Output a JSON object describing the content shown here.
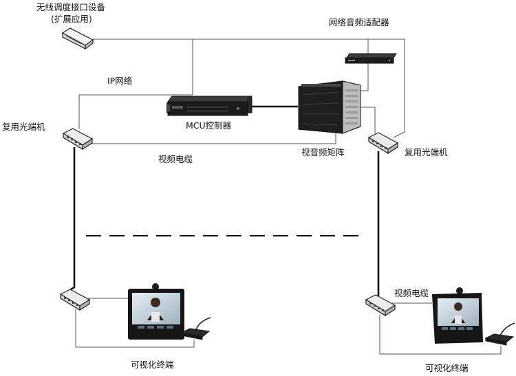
{
  "labels": {
    "wireless_device_line1": "无线调度接口设备",
    "wireless_device_line2": "(扩展应用)",
    "audio_adapter": "网络音频适配器",
    "ip_network": "IP网络",
    "mcu_controller": "MCU控制器",
    "optical_terminal_left": "复用光端机",
    "optical_terminal_right": "复用光端机",
    "video_cable_top": "视频电缆",
    "av_matrix": "视音频矩阵",
    "video_cable_right": "视频电缆",
    "visual_terminal_left": "可视化终端",
    "visual_terminal_right": "可视化终端"
  },
  "colors": {
    "wire": "#555555",
    "fiber": "#111111",
    "device_dark": "#1f1f1f",
    "device_light": "#e9e9e9"
  }
}
